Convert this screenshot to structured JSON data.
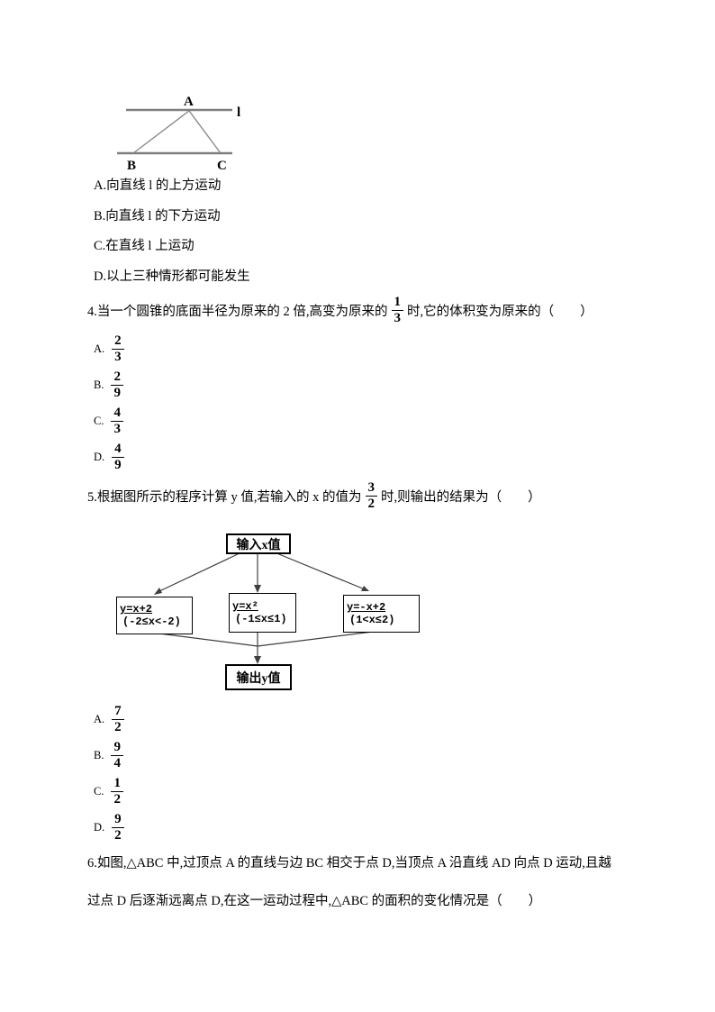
{
  "figure_triangle": {
    "label_a": "A",
    "label_b": "B",
    "label_c": "C",
    "label_line": "l"
  },
  "q3": {
    "options": [
      "A.向直线 l 的上方运动",
      "B.向直线 l 的下方运动",
      "C.在直线 l 上运动",
      "D.以上三种情形都可能发生"
    ]
  },
  "q4": {
    "stem_prefix": "4.当一个圆锥的底面半径为原来的 2 倍,高变为原来的",
    "stem_frac": {
      "num": "1",
      "den": "3"
    },
    "stem_suffix": "时,它的体积变为原来的（　　）",
    "options": [
      {
        "label": "A.",
        "num": "2",
        "den": "3"
      },
      {
        "label": "B.",
        "num": "2",
        "den": "9"
      },
      {
        "label": "C.",
        "num": "4",
        "den": "3"
      },
      {
        "label": "D.",
        "num": "4",
        "den": "9"
      }
    ]
  },
  "q5": {
    "stem_prefix": "5.根据图所示的程序计算 y 值,若输入的 x 的值为",
    "stem_frac": {
      "num": "3",
      "den": "2"
    },
    "stem_suffix": "时,则输出的结果为（　　）",
    "flowchart": {
      "input": "输入x值",
      "branches": [
        {
          "formula": "y=x+2",
          "range": "(-2≤x<-2)"
        },
        {
          "formula": "y=x²",
          "range": "(-1≤x≤1)"
        },
        {
          "formula": "y=-x+2",
          "range": "(1<x≤2)"
        }
      ],
      "output": "输出y值"
    },
    "options": [
      {
        "label": "A.",
        "num": "7",
        "den": "2"
      },
      {
        "label": "B.",
        "num": "9",
        "den": "4"
      },
      {
        "label": "C.",
        "num": "1",
        "den": "2"
      },
      {
        "label": "D.",
        "num": "9",
        "den": "2"
      }
    ]
  },
  "q6": {
    "line1": "6.如图,△ABC 中,过顶点 A 的直线与边 BC 相交于点 D,当顶点 A 沿直线 AD 向点 D 运动,且越",
    "line2": "过点 D 后逐渐远离点 D,在这一运动过程中,△ABC 的面积的变化情况是（　　）"
  }
}
